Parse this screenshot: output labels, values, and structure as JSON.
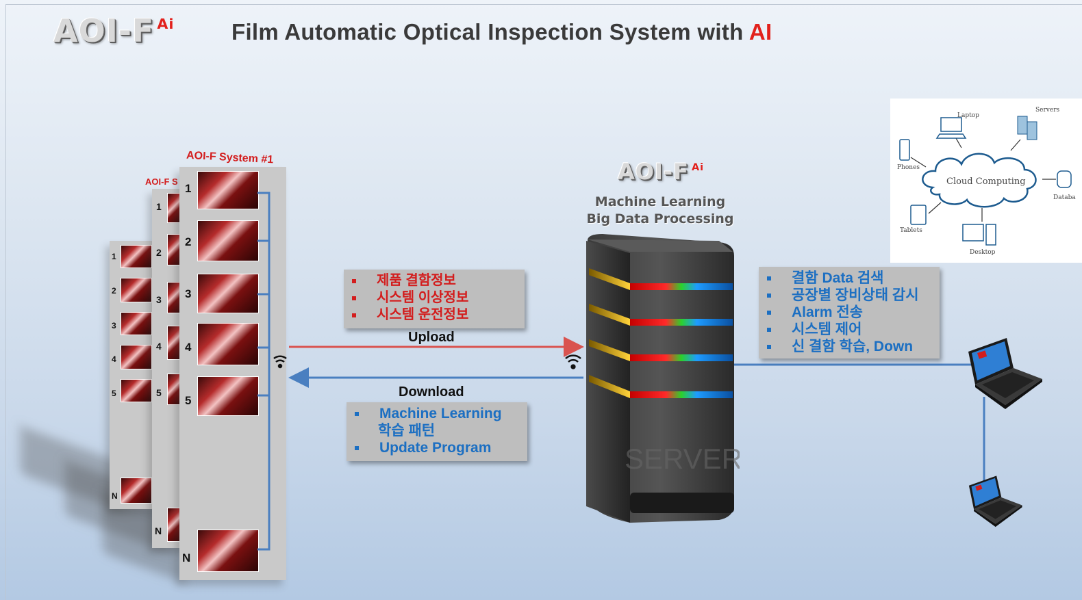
{
  "header": {
    "logo_text": "AOI-F",
    "logo_sup": "Ai",
    "title_main": "Film Automatic Optical Inspection System with ",
    "title_ai": "AI"
  },
  "systems": {
    "front_title": "AOI-F System #1",
    "mid_title": "AOI-F S",
    "row_numbers": [
      "1",
      "2",
      "3",
      "4",
      "5",
      "N"
    ]
  },
  "server": {
    "logo_text": "AOI-F",
    "logo_sup": "Ai",
    "line1": "Machine Learning",
    "line2": "Big Data Processing",
    "case_label": "SERVER"
  },
  "upload_box": {
    "items": [
      "제품 결함정보",
      "시스템 이상정보",
      "시스템 운전정보"
    ],
    "label": "Upload"
  },
  "download_box": {
    "label": "Download",
    "item1_line1": "Machine Learning",
    "item1_line2": "학습 패턴",
    "item2": "Update Program"
  },
  "client_box": {
    "items": [
      "결함 Data 검색",
      "공장별 장비상태 감시",
      "Alarm 전송",
      "시스템 제어",
      "신 결함 학습, Down"
    ]
  },
  "cloud": {
    "center": "Cloud Computing",
    "laptop": "Laptop",
    "servers": "Servers",
    "phones": "Phones",
    "database": "Databa",
    "tablets": "Tablets",
    "desktop": "Desktop"
  },
  "colors": {
    "red": "#d31d1d",
    "blue": "#1c6fc2",
    "upload_arrow": "#d9534f",
    "download_arrow": "#4a7fc0"
  }
}
